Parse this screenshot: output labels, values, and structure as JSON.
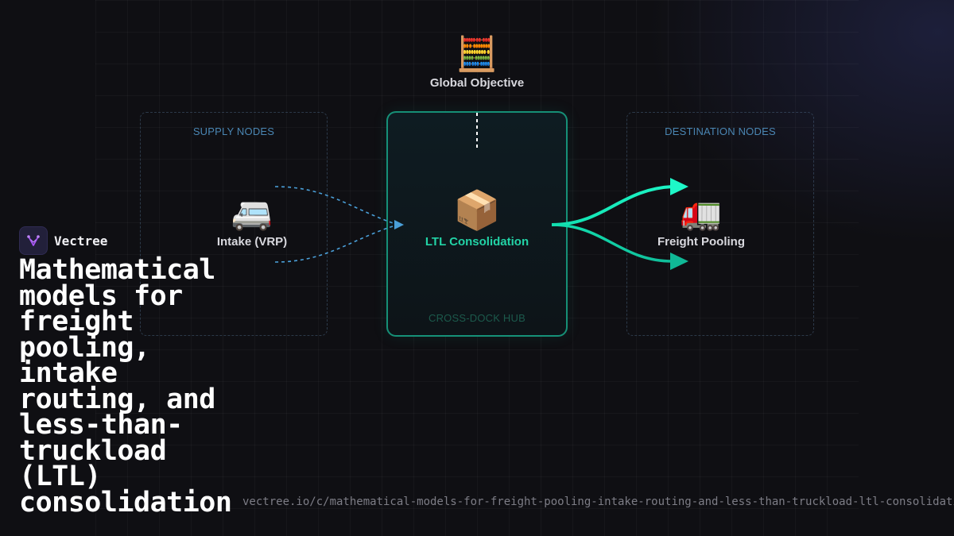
{
  "brand": {
    "name": "Vectree"
  },
  "headline": "Mathematical models for freight pooling, intake routing, and less-than-truckload (LTL) consolidation",
  "url": "vectree.io/c/mathematical-models-for-freight-pooling-intake-routing-and-less-than-truckload-ltl-consolidation",
  "diagram": {
    "objective": {
      "icon": "abacus",
      "emoji": "🧮",
      "label": "Global Objective"
    },
    "supply_panel": {
      "title": "SUPPLY NODES"
    },
    "destination_panel": {
      "title": "DESTINATION NODES"
    },
    "hub": {
      "label": "CROSS-DOCK HUB"
    },
    "intake": {
      "icon": "minibus",
      "emoji": "🚐",
      "label": "Intake (VRP)"
    },
    "consolidation": {
      "icon": "package",
      "emoji": "📦",
      "label": "LTL Consolidation"
    },
    "pooling": {
      "icon": "articulated-lorry",
      "emoji": "🚛",
      "label": "Freight Pooling"
    }
  },
  "colors": {
    "background": "#0f0f13",
    "accent_teal": "#22d3a6",
    "bright_teal": "#19f0c0",
    "intake_blue": "#4a9fd8",
    "panel_title_blue": "#4a86b3"
  }
}
